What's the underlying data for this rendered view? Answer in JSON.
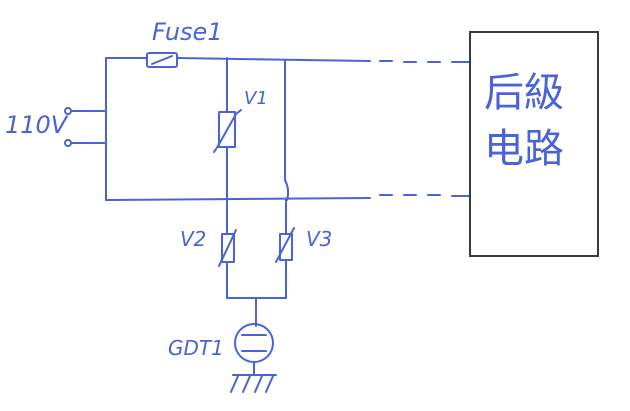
{
  "colors": {
    "ink": "#4a63d8",
    "box": "#3a3a3a",
    "background": "#ffffff"
  },
  "labels": {
    "fuse": "Fuse1",
    "voltage": "110V",
    "v1": "V1",
    "v2": "V2",
    "v3": "V3",
    "gdt": "GDT1",
    "block_line1": "后級",
    "block_line2": "电路"
  }
}
